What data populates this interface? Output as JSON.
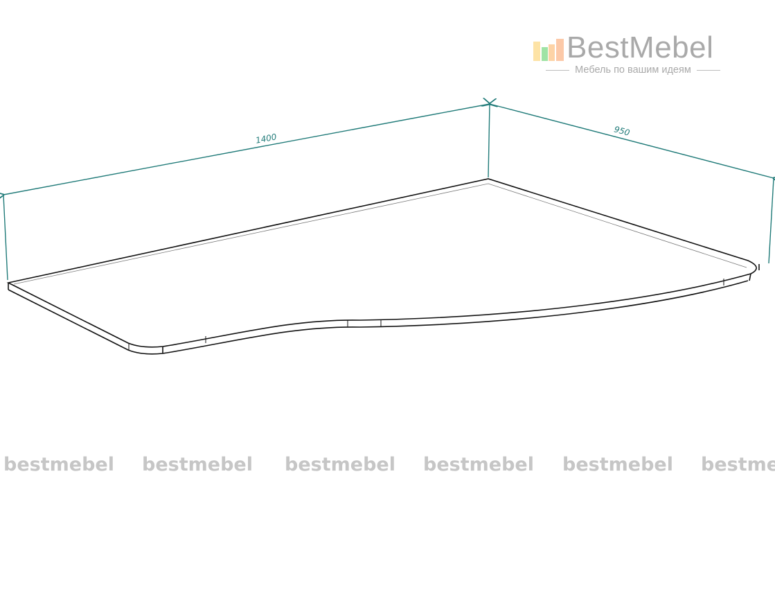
{
  "brand": {
    "name": "BestMebel",
    "tagline": "Мебель по вашим идеям"
  },
  "dimensions": {
    "length": "1400",
    "depth": "950"
  },
  "watermarks": [
    "bestmebel",
    "bestmebel",
    "bestmebel",
    "bestmebel",
    "bestmebel",
    "bestmebel"
  ],
  "colors": {
    "dimension_line": "#1f7a78",
    "outline": "#111111",
    "watermark": "#c6c6c6"
  }
}
